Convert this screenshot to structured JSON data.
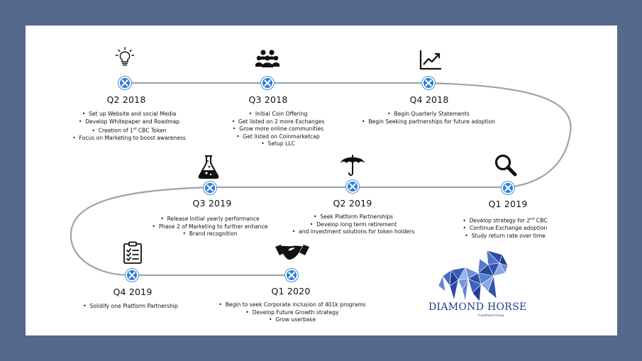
{
  "milestones": [
    {
      "quarter": "Q2 2018",
      "items": [
        "Set up Website and social Media",
        "Develop Whitepaper and Roadmap",
        "Creation of 1st CBC Token",
        "Focus on Marketing to boost awareness"
      ],
      "icon": "lightbulb-icon"
    },
    {
      "quarter": "Q3 2018",
      "items": [
        "Initial Coin Offering",
        "Get listed on 2 more Exchanges",
        "Grow more online communities",
        "Get listed on Coinmarketcap",
        "Setup LLC"
      ],
      "icon": "people-group-icon"
    },
    {
      "quarter": "Q4 2018",
      "items": [
        "Begin Quarterly Statements",
        "Begin Seeking partnerships for future adoption"
      ],
      "icon": "line-chart-icon"
    },
    {
      "quarter": "Q1 2019",
      "items": [
        "Develop strategy for 2nd CBC",
        "Continue Exchange adoption",
        "Study return rate over time"
      ],
      "icon": "magnifier-icon"
    },
    {
      "quarter": "Q2 2019",
      "items": [
        "Seek Platform Partnerships",
        "Develop long term retirement",
        "and investment solutions for token holders"
      ],
      "icon": "umbrella-icon"
    },
    {
      "quarter": "Q3 2019",
      "items": [
        "Release Initial yearly performance",
        "Phase 2 of Marketing to further enhance",
        "Brand recognition"
      ],
      "icon": "flask-icon"
    },
    {
      "quarter": "Q4 2019",
      "items": [
        "Solidify one Platform Partnership"
      ],
      "icon": "checklist-icon"
    },
    {
      "quarter": "Q1 2020",
      "items": [
        "Begin to seek Corporate inclusion of 401k programs",
        "Develop Future Growth strategy",
        "Grow userbase"
      ],
      "icon": "handshake-icon"
    }
  ],
  "brand": {
    "name": "DIAMOND HORSE",
    "tagline": "Investment Group"
  },
  "colors": {
    "path": "#9aa3b0",
    "node": "#2e7fd9",
    "frame": "#546a8c",
    "brand": "#1f3e8a"
  }
}
